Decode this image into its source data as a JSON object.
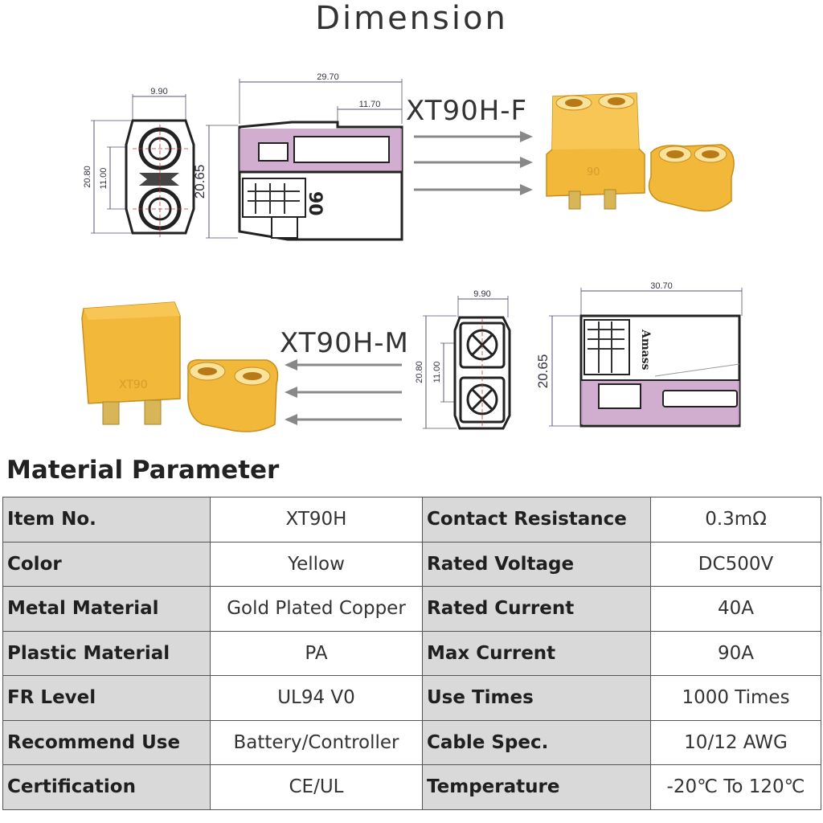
{
  "title": "Dimension",
  "female": {
    "label": "XT90H-F",
    "front_dims": {
      "width": "9.90",
      "height": "20.80",
      "pitch": "11.00"
    },
    "side_dims": {
      "length": "29.70",
      "pin_len": "11.70",
      "height": "20.65"
    },
    "housing_mark": "90"
  },
  "male": {
    "label": "XT90H-M",
    "front_dims": {
      "width": "9.90",
      "height": "20.80",
      "pitch": "11.00"
    },
    "side_dims": {
      "length": "30.70",
      "height": "20.65"
    },
    "housing_mark": "XT90",
    "side_mark": "Amass"
  },
  "colors": {
    "connector": "#f2b83a",
    "section_fill": "#c9a0c8",
    "table_key_bg": "#d9d9d9"
  },
  "material": {
    "title": "Material Parameter",
    "rows": [
      {
        "k1": "Item No.",
        "v1": "XT90H",
        "k2": "Contact Resistance",
        "v2": "0.3mΩ"
      },
      {
        "k1": "Color",
        "v1": "Yellow",
        "k2": "Rated Voltage",
        "v2": "DC500V"
      },
      {
        "k1": "Metal Material",
        "v1": "Gold Plated Copper",
        "k2": "Rated Current",
        "v2": "40A"
      },
      {
        "k1": "Plastic Material",
        "v1": "PA",
        "k2": "Max Current",
        "v2": "90A"
      },
      {
        "k1": "FR Level",
        "v1": "UL94 V0",
        "k2": "Use Times",
        "v2": "1000 Times"
      },
      {
        "k1": "Recommend Use",
        "v1": "Battery/Controller",
        "k2": "Cable Spec.",
        "v2": "10/12 AWG"
      },
      {
        "k1": "Certification",
        "v1": "CE/UL",
        "k2": "Temperature",
        "v2": "-20℃ To 120℃"
      }
    ]
  }
}
